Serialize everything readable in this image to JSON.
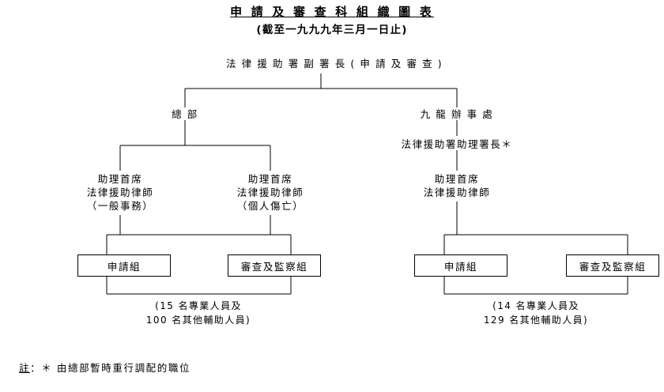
{
  "title": {
    "main": "申 請 及 審 查 科 組 織 圖 表",
    "sub": "(截至一九九九年三月一日止)"
  },
  "nodes": {
    "root": "法 律 援 助 署 副 署 長 ( 申 請 及 審 查 )",
    "hq": "總   部",
    "kowloon": "九 龍 辦 事 處",
    "kowloon_assistant_director": "法律援助署助理署長＊",
    "hq_apla_general": {
      "line1": "助理首席",
      "line2": "法律援助律師",
      "line3": "（一般事務）"
    },
    "hq_apla_personal_injury": {
      "line1": "助理首席",
      "line2": "法律援助律師",
      "line3": "（個人傷亡）"
    },
    "kowloon_apla": {
      "line1": "助理首席",
      "line2": "法律援助律師"
    }
  },
  "boxes": {
    "hq_application": "申請組",
    "hq_vetting": "審查及監察組",
    "kln_application": "申請組",
    "kln_vetting": "審查及監察組"
  },
  "staffing": {
    "hq": {
      "line1": "(15 名專業人員及",
      "line2": "100 名其他輔助人員)"
    },
    "kowloon": {
      "line1": "(14 名專業人員及",
      "line2": "129 名其他輔助人員)"
    }
  },
  "footnote": {
    "label": "註",
    "body": "：＊ 由總部暫時重行調配的職位"
  },
  "colors": {
    "ink": "#000000",
    "background": "#ffffff"
  }
}
